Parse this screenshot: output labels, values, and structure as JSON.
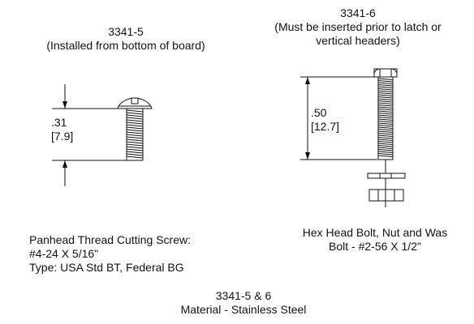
{
  "part_5": {
    "number": "3341-5",
    "note": "(Installed from bottom of board)",
    "dimension_in": ".31",
    "dimension_mm": "[7.9]",
    "description_line1": "Panhead Thread Cutting Screw:",
    "description_line2": "#4-24 X 5/16\"",
    "description_line3": "Type: USA Std BT, Federal BG"
  },
  "part_6": {
    "number": "3341-6",
    "note_line1": "(Must be inserted prior to latch or",
    "note_line2": "vertical headers)",
    "dimension_in": ".50",
    "dimension_mm": "[12.7]",
    "description_line1": "Hex Head Bolt, Nut and Was",
    "description_line2": "Bolt - #2-56 X 1/2\""
  },
  "footer": {
    "line1": "3341-5 & 6",
    "line2": "Material - Stainless Steel"
  }
}
